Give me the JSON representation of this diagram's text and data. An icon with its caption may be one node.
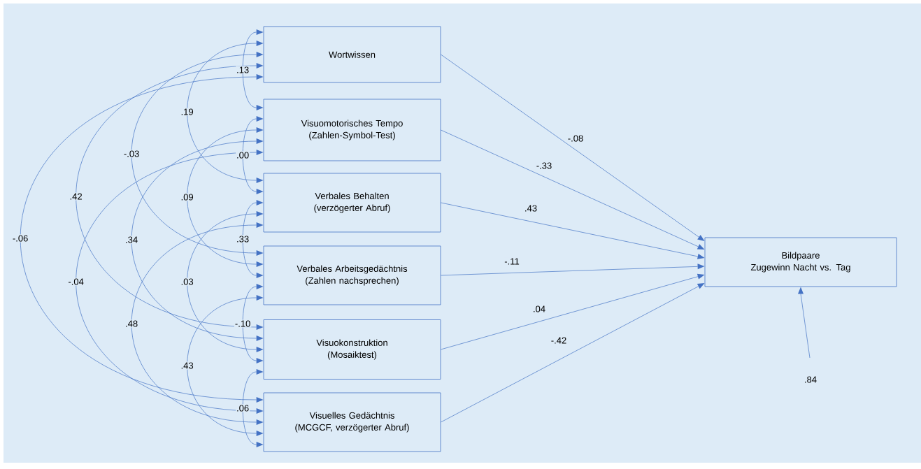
{
  "diagram": {
    "nodes": [
      {
        "text": [
          "Wortwissen"
        ]
      },
      {
        "text": [
          "Visuomotorisches Tempo",
          "(Zahlen-Symbol-Test)"
        ]
      },
      {
        "text": [
          "Verbales Behalten",
          "(verzögerter Abruf)"
        ]
      },
      {
        "text": [
          "Verbales Arbeitsgedächtnis",
          "(Zahlen nachsprechen)"
        ]
      },
      {
        "text": [
          "Visuokonstruktion",
          "(Mosaiktest)"
        ]
      },
      {
        "text": [
          "Visuelles Gedächtnis",
          "(MCGCF, verzögerter Abruf)"
        ]
      },
      {
        "text": [
          "Bildpaare",
          "Zugewinn Nacht vs. Tag"
        ]
      }
    ],
    "edges": [
      {
        "from": 0,
        "to": 1,
        "arrow": "both",
        "label": ".13"
      },
      {
        "from": 0,
        "to": 2,
        "arrow": "both",
        "label": ".19"
      },
      {
        "from": 0,
        "to": 3,
        "arrow": "both",
        "label": "-.03"
      },
      {
        "from": 0,
        "to": 4,
        "arrow": "both",
        "label": ".42"
      },
      {
        "from": 0,
        "to": 5,
        "arrow": "both",
        "label": "-.06"
      },
      {
        "from": 1,
        "to": 2,
        "arrow": "both",
        "label": ".00"
      },
      {
        "from": 1,
        "to": 3,
        "arrow": "both",
        "label": ".09"
      },
      {
        "from": 1,
        "to": 4,
        "arrow": "both",
        "label": ".34"
      },
      {
        "from": 1,
        "to": 5,
        "arrow": "both",
        "label": "-.04"
      },
      {
        "from": 2,
        "to": 3,
        "arrow": "both",
        "label": ".33"
      },
      {
        "from": 2,
        "to": 4,
        "arrow": "both",
        "label": ".03"
      },
      {
        "from": 2,
        "to": 5,
        "arrow": "both",
        "label": ".48"
      },
      {
        "from": 3,
        "to": 4,
        "arrow": "both",
        "label": "-.10"
      },
      {
        "from": 3,
        "to": 5,
        "arrow": "both",
        "label": ".43"
      },
      {
        "from": 4,
        "to": 5,
        "arrow": "both",
        "label": ".06"
      },
      {
        "from": 0,
        "to": 6,
        "arrow": "to",
        "label": "-.08"
      },
      {
        "from": 1,
        "to": 6,
        "arrow": "to",
        "label": "-.33"
      },
      {
        "from": 2,
        "to": 6,
        "arrow": "to",
        "label": ".43"
      },
      {
        "from": 3,
        "to": 6,
        "arrow": "to",
        "label": "-.11"
      },
      {
        "from": 4,
        "to": 6,
        "arrow": "to",
        "label": ".04"
      },
      {
        "from": 5,
        "to": 6,
        "arrow": "to",
        "label": "-.42"
      },
      {
        "from": null,
        "to": 6,
        "arrow": "to",
        "label": ".84"
      }
    ]
  }
}
